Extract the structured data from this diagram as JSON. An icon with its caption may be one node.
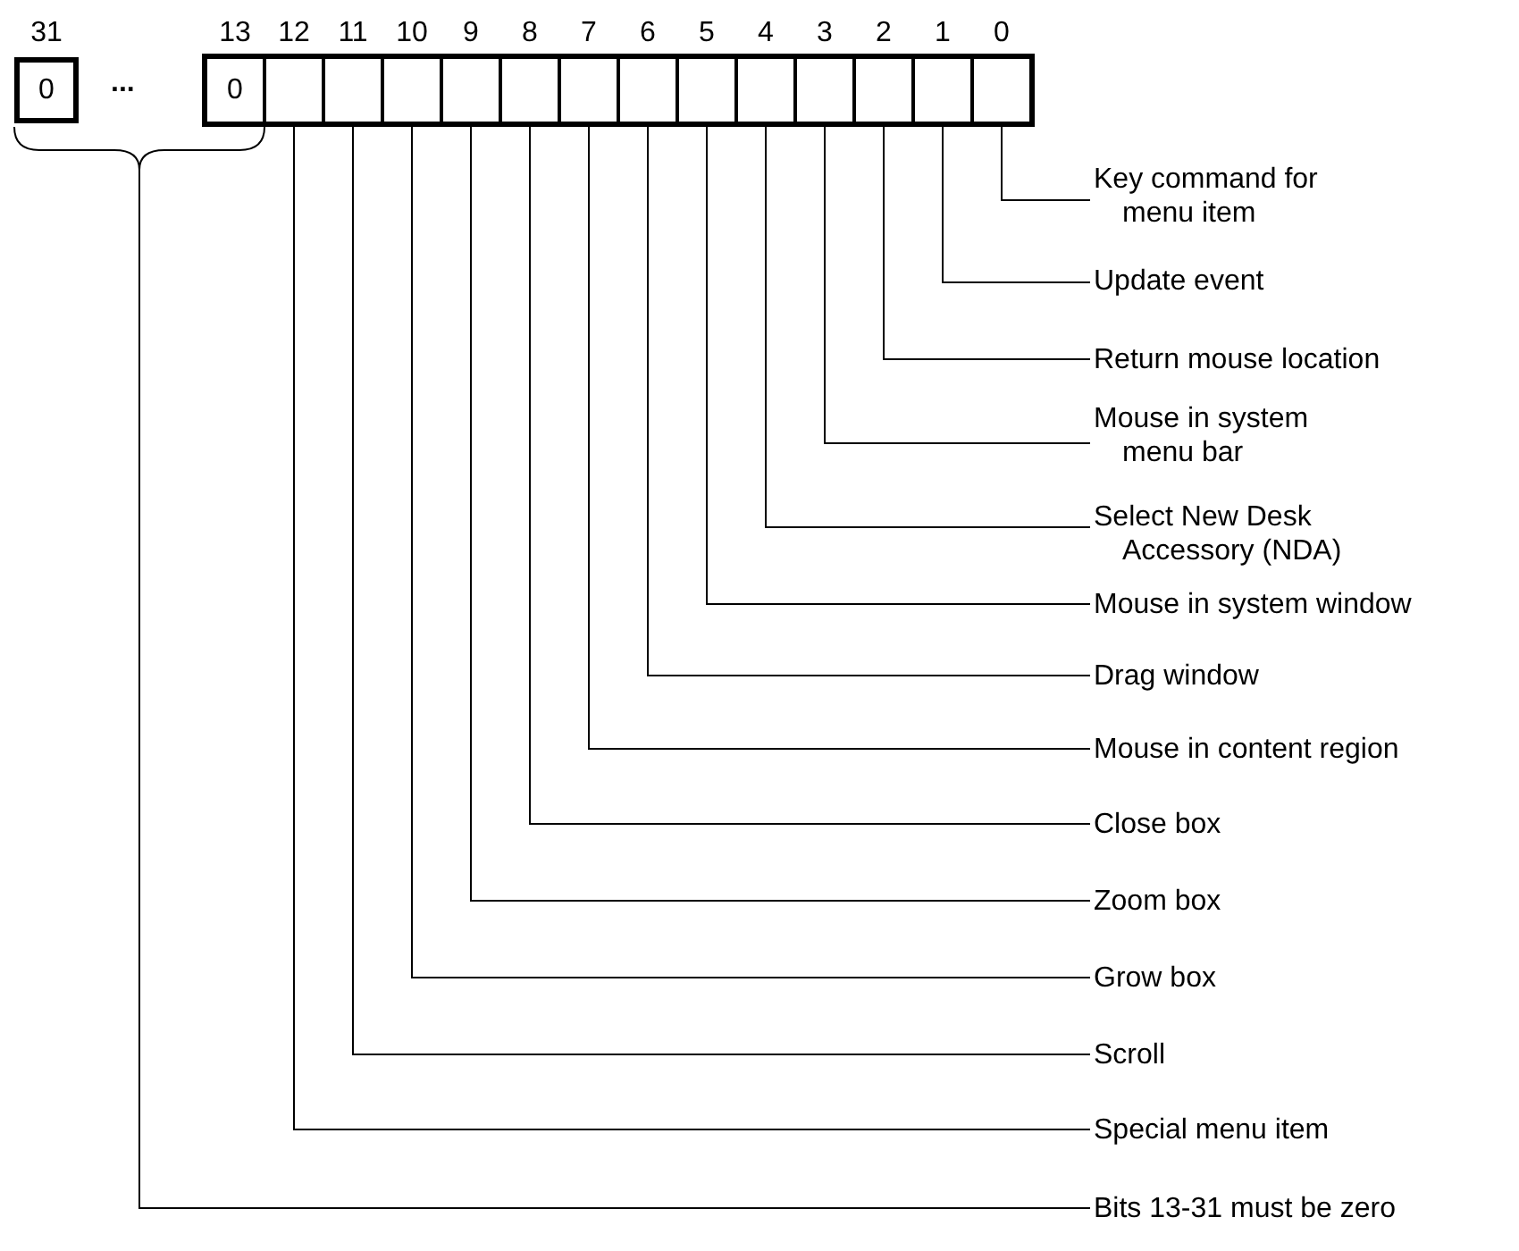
{
  "diagram": {
    "nodes": [
      {
        "text": [
          "0"
        ],
        "beside": [
          "31"
        ]
      },
      {
        "text": [
          "0"
        ],
        "beside": [
          "13"
        ]
      },
      {
        "text": [],
        "shape": "box",
        "beside": [
          "12"
        ]
      },
      {
        "text": [],
        "shape": "box",
        "beside": [
          "11"
        ]
      },
      {
        "text": [],
        "shape": "box",
        "beside": [
          "10"
        ]
      },
      {
        "text": [],
        "shape": "box",
        "beside": [
          "9"
        ]
      },
      {
        "text": [],
        "shape": "box",
        "beside": [
          "8"
        ]
      },
      {
        "text": [],
        "shape": "box",
        "beside": [
          "7"
        ]
      },
      {
        "text": [],
        "shape": "box",
        "beside": [
          "6"
        ]
      },
      {
        "text": [],
        "shape": "box",
        "beside": [
          "5"
        ]
      },
      {
        "text": [],
        "shape": "box",
        "beside": [
          "4"
        ]
      },
      {
        "text": [],
        "shape": "box",
        "beside": [
          "3"
        ]
      },
      {
        "text": [],
        "shape": "box",
        "beside": [
          "2"
        ]
      },
      {
        "text": [],
        "shape": "box",
        "beside": [
          "1"
        ]
      },
      {
        "text": [],
        "shape": "box",
        "beside": [
          "0"
        ]
      },
      {
        "text": [
          "Key command for menu item"
        ]
      },
      {
        "text": [
          "Update event"
        ]
      },
      {
        "text": [
          "Return mouse location"
        ]
      },
      {
        "text": [
          "Mouse in system menu bar"
        ]
      },
      {
        "text": [
          "Select New Desk Accessory (NDA)"
        ]
      },
      {
        "text": [
          "Mouse in system window"
        ]
      },
      {
        "text": [
          "Drag window"
        ]
      },
      {
        "text": [
          "Mouse in content region"
        ]
      },
      {
        "text": [
          "Close box"
        ]
      },
      {
        "text": [
          "Zoom box"
        ]
      },
      {
        "text": [
          "Grow box"
        ]
      },
      {
        "text": [
          "Scroll"
        ]
      },
      {
        "text": [
          "Special menu item"
        ]
      },
      {
        "text": [
          "Bits 13-31 must be zero"
        ]
      }
    ],
    "edges": [
      {
        "from": 14,
        "to": 15,
        "arrow": "none"
      },
      {
        "from": 13,
        "to": 16,
        "arrow": "none"
      },
      {
        "from": 12,
        "to": 17,
        "arrow": "none"
      },
      {
        "from": 11,
        "to": 18,
        "arrow": "none"
      },
      {
        "from": 10,
        "to": 19,
        "arrow": "none"
      },
      {
        "from": 9,
        "to": 20,
        "arrow": "none"
      },
      {
        "from": 8,
        "to": 21,
        "arrow": "none"
      },
      {
        "from": 7,
        "to": 22,
        "arrow": "none"
      },
      {
        "from": 6,
        "to": 23,
        "arrow": "none"
      },
      {
        "from": 5,
        "to": 24,
        "arrow": "none"
      },
      {
        "from": 4,
        "to": 25,
        "arrow": "none"
      },
      {
        "from": 3,
        "to": 26,
        "arrow": "none"
      },
      {
        "from": 2,
        "to": 27,
        "arrow": "none"
      },
      {
        "from": 0,
        "to": 28,
        "arrow": "none"
      },
      {
        "from": 1,
        "to": 28,
        "arrow": "none"
      }
    ],
    "labels": [
      "..."
    ]
  }
}
